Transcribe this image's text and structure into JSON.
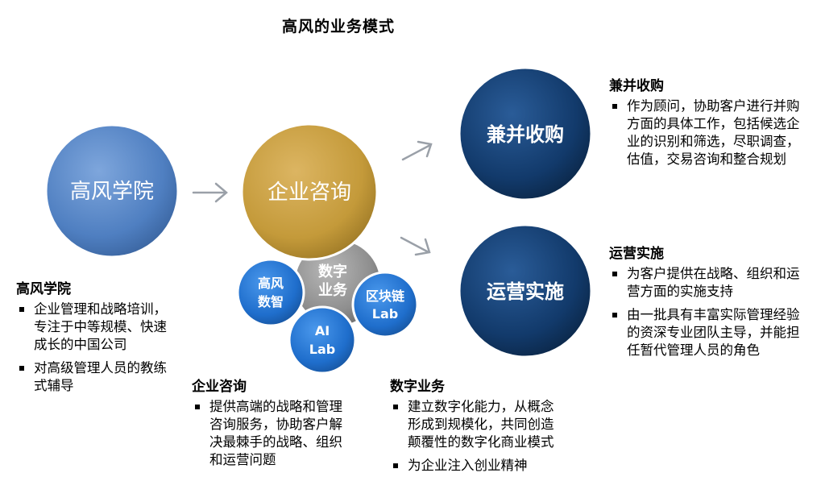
{
  "title": "高风的业务模式",
  "circles": {
    "academy": "高风学院",
    "consulting": "企业咨询",
    "digital_line1": "数字",
    "digital_line2": "业务",
    "gf_data_line1": "高风",
    "gf_data_line2": "数智",
    "blockchain_line1": "区块链",
    "blockchain_line2": "Lab",
    "ai_line1": "AI",
    "ai_line2": "Lab",
    "mna": "兼并收购",
    "operations": "运营实施"
  },
  "sections": {
    "academy": {
      "heading": "高风学院",
      "items": [
        "企业管理和战略培训，专注于中等规模、快速成长的中国公司",
        "对高级管理人员的教练式辅导"
      ]
    },
    "consulting": {
      "heading": "企业咨询",
      "items": [
        "提供高端的战略和管理咨询服务，协助客户解决最棘手的战略、组织和运营问题"
      ]
    },
    "digital": {
      "heading": "数字业务",
      "items": [
        "建立数字化能力，从概念形成到规模化，共同创造颠覆性的数字化商业模式",
        "为企业注入创业精神"
      ]
    },
    "mna": {
      "heading": "兼并收购",
      "items": [
        "作为顾问，协助客户进行并购方面的具体工作，包括候选企业的识别和筛选，尽职调查，估值，交易咨询和整合规划"
      ]
    },
    "operations": {
      "heading": "运营实施",
      "items": [
        "为客户提供在战略、组织和运营方面的实施支持",
        "由一批具有丰富实际管理经验的资深专业团队主导，并能担任暂代管理人员的角色"
      ]
    }
  },
  "colors": {
    "academy": "#4f7fc1",
    "consulting": "#c49a3a",
    "digital": "#8e8e8e",
    "sub": "#1f6ecc",
    "dark": "#123a6b",
    "arrow": "#9aa0a8"
  }
}
